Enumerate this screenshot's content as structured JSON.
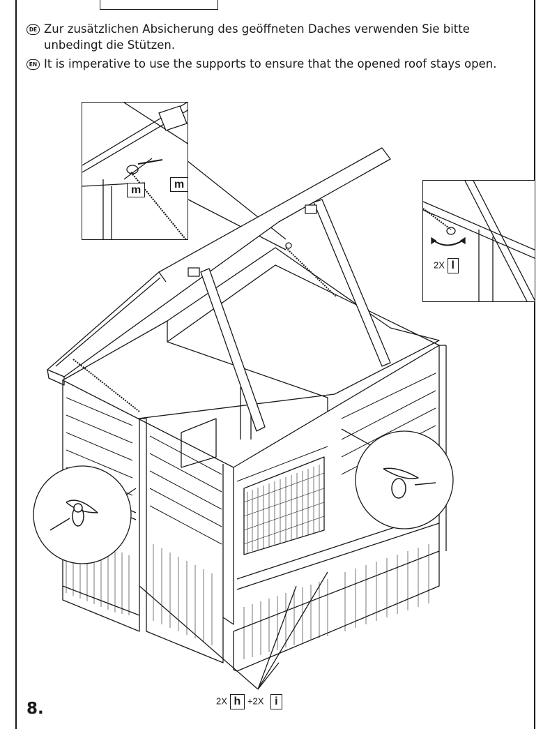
{
  "instructions": {
    "de_badge": "DE",
    "de_line1": "Zur zusätzlichen Absicherung des geöffneten Daches verwenden Sie bitte",
    "de_line2": "unbedingt die Stützen.",
    "en_badge": "EN",
    "en_text": "It is imperative to use the supports to ensure that the opened roof stays open."
  },
  "labels": {
    "m_top": "m",
    "m_bottom": "m",
    "right_inset_qty": "2X",
    "right_inset_part": "l",
    "bottom_qty1": "2X",
    "bottom_part1": "h",
    "bottom_qty2": "+2X",
    "bottom_part2": "i"
  },
  "step": {
    "number": "8."
  }
}
